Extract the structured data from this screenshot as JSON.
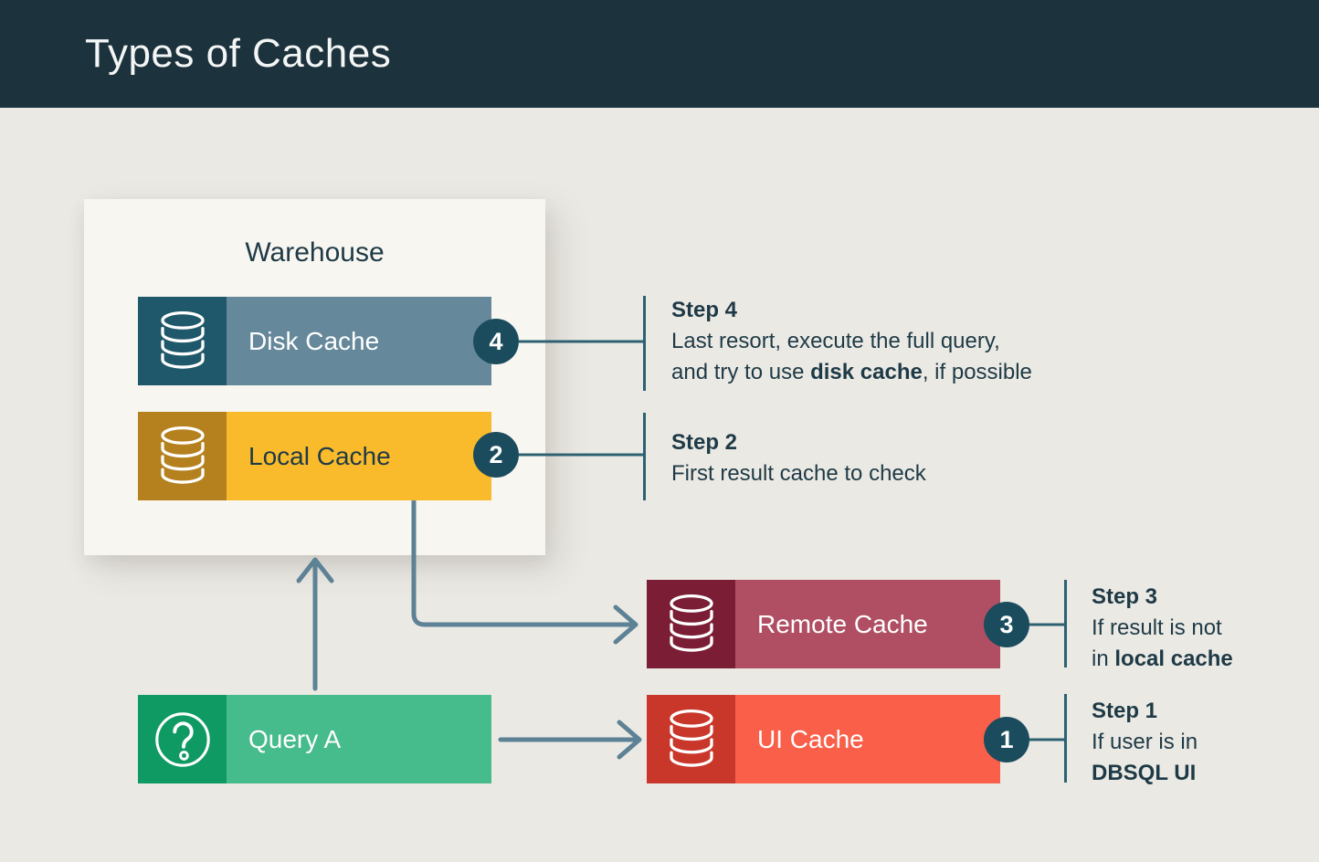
{
  "header": {
    "title": "Types of Caches"
  },
  "warehouse": {
    "label": "Warehouse"
  },
  "nodes": {
    "disk": {
      "label": "Disk Cache",
      "badge": "4"
    },
    "local": {
      "label": "Local Cache",
      "badge": "2"
    },
    "remote": {
      "label": "Remote Cache",
      "badge": "3"
    },
    "ui": {
      "label": "UI Cache",
      "badge": "1"
    },
    "query": {
      "label": "Query A"
    }
  },
  "steps": {
    "step4": {
      "title": "Step 4",
      "l1": "Last resort, execute the full query,",
      "l2_pre": "and try to use ",
      "l2_bold": "disk cache",
      "l2_post": ", if possible"
    },
    "step2": {
      "title": "Step 2",
      "l1": "First result cache to check"
    },
    "step3": {
      "title": "Step 3",
      "l1": "If result is not",
      "l2_pre": "in ",
      "l2_bold": "local cache",
      "l2_post": ""
    },
    "step1": {
      "title": "Step 1",
      "l1": "If user is in",
      "l2_pre": "",
      "l2_bold": "DBSQL UI",
      "l2_post": ""
    }
  },
  "colors": {
    "header_bg": "#1c323c",
    "page_bg": "#ebe9e4",
    "panel_bg": "#f8f6f1",
    "disk_icon": "#1f586b",
    "disk_bar": "#65889b",
    "local_icon": "#b5811f",
    "local_bar": "#f9bb2b",
    "remote_icon": "#7b1d35",
    "remote_bar": "#b04f63",
    "ui_icon": "#c9372a",
    "ui_bar": "#fa5f49",
    "query_icon": "#0f9a63",
    "query_bar": "#46bb8c",
    "badge": "#1b4c5d",
    "dark_text": "#1e3a46",
    "thin_line": "#2d6172",
    "arrow": "#5d8195"
  }
}
